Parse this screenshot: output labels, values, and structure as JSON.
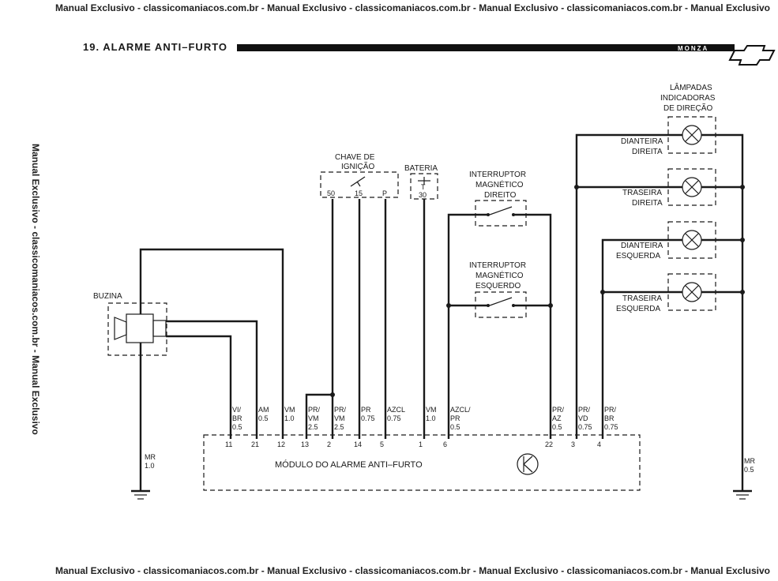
{
  "watermark": {
    "top": "Manual Exclusivo - classicomaniacos.com.br - Manual  Exclusivo - classicomaniacos.com.br - Manual  Exclusivo - classicomaniacos.com.br - Manual  Exclusivo",
    "bottom": "Manual  Exclusivo - classicomaniacos.com.br - Manual  Exclusivo - classicomaniacos.com.br - Manual  Exclusivo - classicomaniacos.com.br - Manual  Exclusivo",
    "side": "Manual Exclusivo - classicomaniacos.com.br - Manual  Exclusivo"
  },
  "header": {
    "title": "19.  ALARME  ANTI–FURTO",
    "brand": "MONZA"
  },
  "components": {
    "buzina": "BUZINA",
    "chave_line1": "CHAVE  DE",
    "chave_line2": "IGNIÇÃO",
    "chave_t50": "50",
    "chave_t15": "15",
    "chave_tp": "P",
    "bateria": "BATERIA",
    "bateria_t": "T",
    "bateria_30": "30",
    "int_dir_1": "INTERRUPTOR",
    "int_dir_2": "MAGNÉTICO",
    "int_dir_3": "DIREITO",
    "int_esq_1": "INTERRUPTOR",
    "int_esq_2": "MAGNÉTICO",
    "int_esq_3": "ESQUERDO",
    "lamp_title_1": "LÂMPADAS",
    "lamp_title_2": "INDICADORAS",
    "lamp_title_3": "DE  DIREÇÃO",
    "lamp1_a": "DIANTEIRA",
    "lamp1_b": "DIREITA",
    "lamp2_a": "TRASEIRA",
    "lamp2_b": "DIREITA",
    "lamp3_a": "DIANTEIRA",
    "lamp3_b": "ESQUERDA",
    "lamp4_a": "TRASEIRA",
    "lamp4_b": "ESQUERDA",
    "modulo": "MÓDULO  DO  ALARME  ANTI–FURTO"
  },
  "wires": [
    {
      "c1": "VI/",
      "c2": "BR",
      "c3": "0.5",
      "pin": "11"
    },
    {
      "c1": "AM",
      "c2": "0.5",
      "c3": "",
      "pin": "21"
    },
    {
      "c1": "VM",
      "c2": "1.0",
      "c3": "",
      "pin": "12"
    },
    {
      "c1": "PR/",
      "c2": "VM",
      "c3": "2.5",
      "pin": "13"
    },
    {
      "c1": "PR/",
      "c2": "VM",
      "c3": "2.5",
      "pin": "2"
    },
    {
      "c1": "PR",
      "c2": "0.75",
      "c3": "",
      "pin": "14"
    },
    {
      "c1": "AZCL",
      "c2": "0.75",
      "c3": "",
      "pin": "5"
    },
    {
      "c1": "VM",
      "c2": "1.0",
      "c3": "",
      "pin": "1"
    },
    {
      "c1": "AZCL/",
      "c2": "PR",
      "c3": "0.5",
      "pin": "6"
    },
    {
      "c1": "PR/",
      "c2": "AZ",
      "c3": "0.5",
      "pin": "22"
    },
    {
      "c1": "PR/",
      "c2": "VD",
      "c3": "0.75",
      "pin": "3"
    },
    {
      "c1": "PR/",
      "c2": "BR",
      "c3": "0.75",
      "pin": "4"
    }
  ],
  "grounds": [
    {
      "c1": "MR",
      "c2": "1.0"
    },
    {
      "c1": "MR",
      "c2": "0.5"
    }
  ]
}
